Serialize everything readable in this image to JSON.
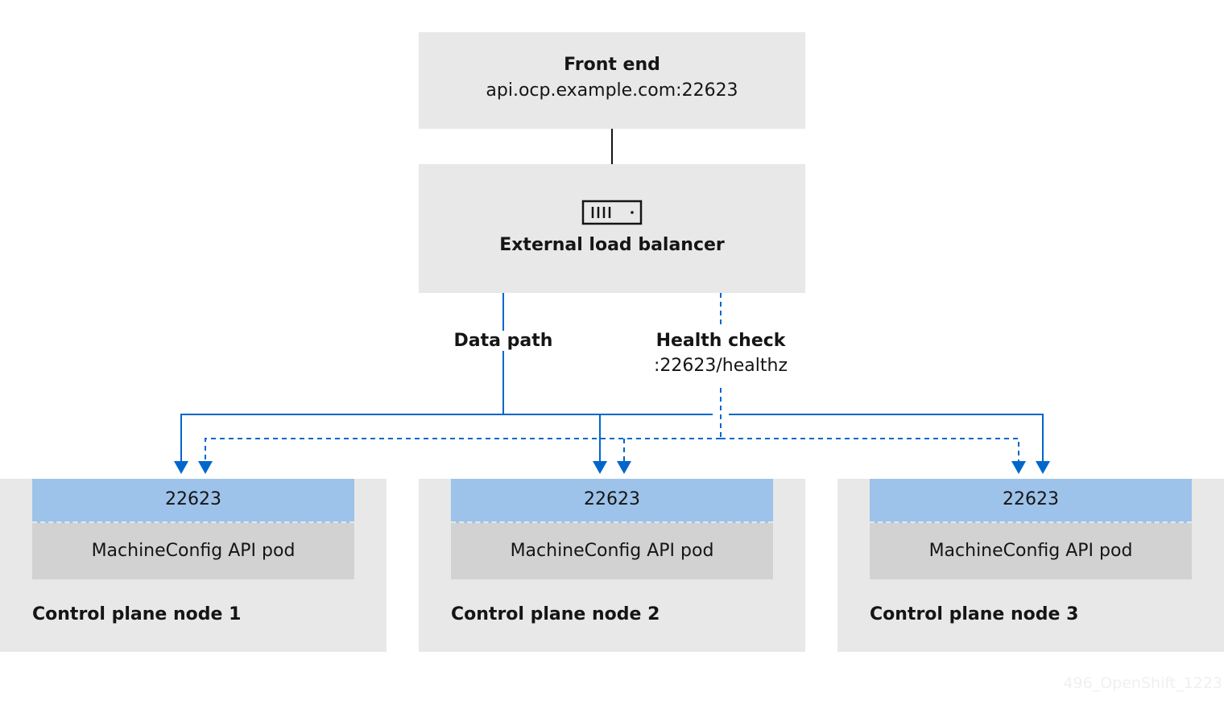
{
  "frontend": {
    "title": "Front end",
    "address": "api.ocp.example.com:22623"
  },
  "load_balancer": {
    "title": "External load balancer",
    "icon": "load-balancer-icon"
  },
  "connections": {
    "data_path": "Data path",
    "health_check": "Health check",
    "health_check_endpoint": ":22623/healthz"
  },
  "nodes": [
    {
      "port": "22623",
      "pod": "MachineConfig API pod",
      "label": "Control plane node 1"
    },
    {
      "port": "22623",
      "pod": "MachineConfig API pod",
      "label": "Control plane node 2"
    },
    {
      "port": "22623",
      "pod": "MachineConfig API pod",
      "label": "Control plane node 3"
    }
  ],
  "watermark": "496_OpenShift_1223",
  "colors": {
    "box_bg": "#e8e8e8",
    "port_bg": "#9ec3ea",
    "pod_bg": "#d2d2d2",
    "arrow_blue": "#0066cc",
    "text": "#151515"
  }
}
